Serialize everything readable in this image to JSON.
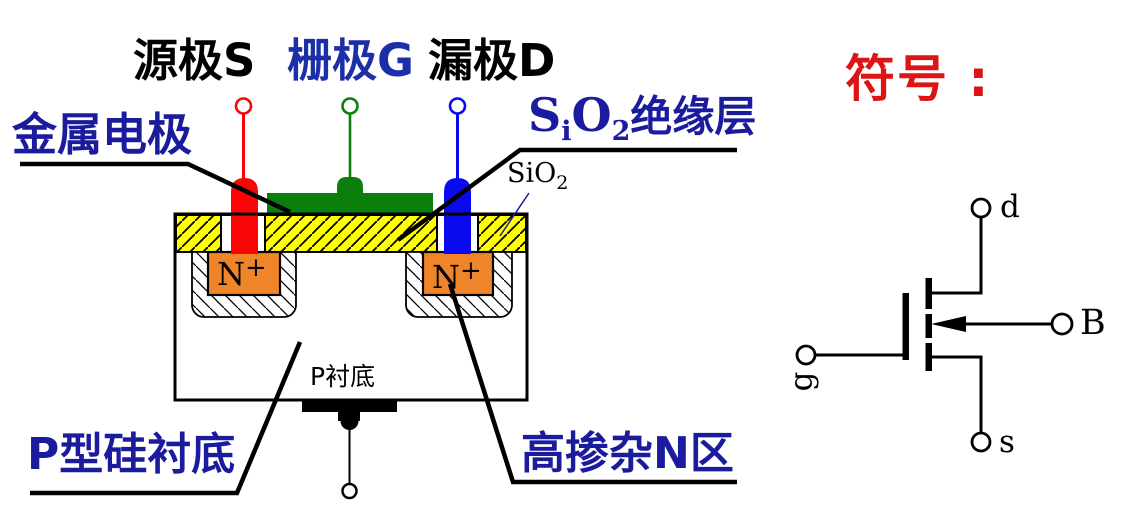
{
  "device": {
    "terminal_source": "源极S",
    "terminal_gate": "栅极G",
    "terminal_drain": "漏极D",
    "metal_electrode": "金属电极",
    "sio2_layer": {
      "el1": "S",
      "sub1": "i",
      "el2": "O",
      "sub2": "2",
      "suffix": "绝缘层"
    },
    "sio2_small": {
      "base": "SiO",
      "sub": "2"
    },
    "nplus": {
      "base": "N",
      "sup": "+"
    },
    "p_substrate_inner": "P衬底",
    "p_silicon": "P型硅衬底",
    "n_region": "高掺杂N区"
  },
  "symbol": {
    "title": "符号 :",
    "drain": "d",
    "gate": "g",
    "source": "s",
    "body": "B"
  },
  "colors": {
    "label_blue": "#1b1b9e",
    "gate_label_blue": "#1c2fa8",
    "title_red": "#dd1414",
    "electrode_red": "#f90505",
    "gate_green": "#0a7f0c",
    "electrode_blue": "#0909ee",
    "oxide_yellow": "#ffff00",
    "nplus_orange": "#ef8428",
    "line_black": "#000000"
  }
}
